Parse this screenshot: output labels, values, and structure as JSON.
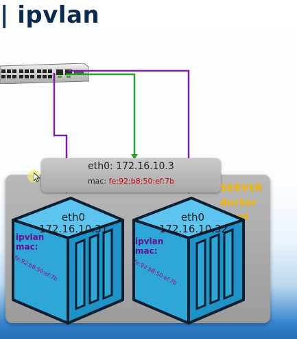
{
  "title": "| ipvlan",
  "host": {
    "eth_label": "eth0: 172.16.10.3",
    "mac_prefix": "mac:",
    "mac_value": "fe:92:b8:50:ef:7b"
  },
  "server_label": [
    "SERVER",
    "docker",
    "host"
  ],
  "containers": [
    {
      "iface": "eth0",
      "ip": "172.16.10.31",
      "mode_label": "ipvlan",
      "mac_prefix": "mac:",
      "mac": "fe:92:b8:50:ef:7b"
    },
    {
      "iface": "eth0",
      "ip": "172.16.10.32",
      "mode_label": "ipvlan",
      "mac_prefix": "mac:",
      "mac": "fe:92:b8:50:ef:7b"
    }
  ],
  "colors": {
    "uplink_wire": "#2aa02a",
    "container_wire": "#7a1fa8",
    "cube_face": "#2ea7d8",
    "server_label": "#f2b400",
    "mac_value": "#d00000"
  },
  "icons": [
    "network-switch-icon",
    "container-cube-icon",
    "mouse-cursor-icon"
  ]
}
